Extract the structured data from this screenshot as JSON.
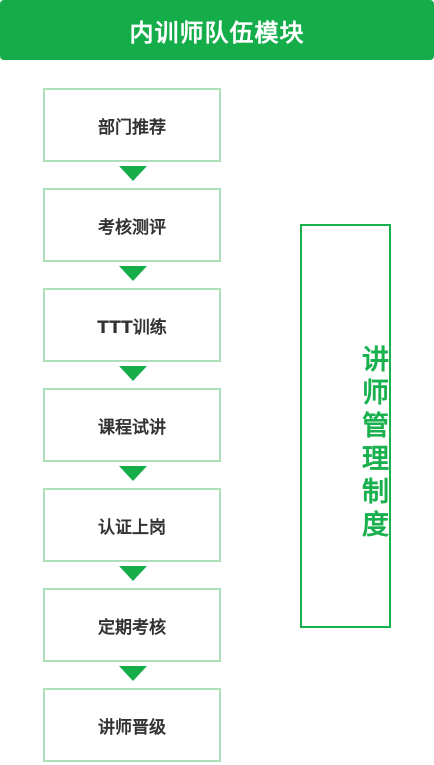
{
  "header": {
    "title": "内训师队伍模块"
  },
  "steps": [
    {
      "label": "部门推荐"
    },
    {
      "label": "考核测评"
    },
    {
      "label": "TTT训练"
    },
    {
      "label": "课程试讲"
    },
    {
      "label": "认证上岗"
    },
    {
      "label": "定期考核"
    },
    {
      "label": "讲师晋级"
    }
  ],
  "side_panel": {
    "label": "讲师管理制度"
  },
  "colors": {
    "primary_green": "#15ad4a",
    "step_border": "#aedfbb",
    "side_green": "#19b04e",
    "step_text": "#333333"
  }
}
